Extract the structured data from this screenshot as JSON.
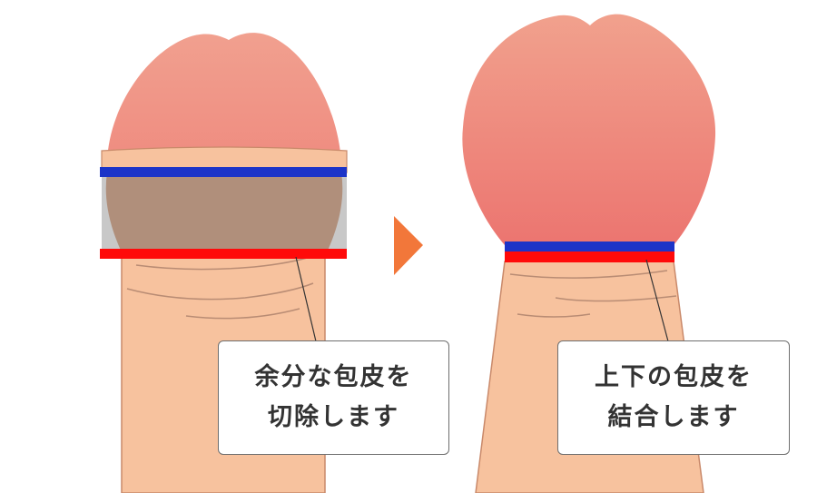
{
  "colors": {
    "skin": "#f7c29e",
    "skin_outline": "#c9896a",
    "fold_line": "#b98c74",
    "glans": "#f09a8a",
    "glans_dark": "#ec7a72",
    "excision_band": "#b08f7b",
    "excision_gray": "#c8c8c8",
    "upper_line": "#1c34c8",
    "lower_line": "#ff0a0a",
    "arrow": "#f2773a",
    "callout_text": "#333333"
  },
  "callouts": {
    "left": {
      "line1": "余分な包皮を",
      "line2": "切除します"
    },
    "right": {
      "line1": "上下の包皮を",
      "line2": "結合します"
    }
  },
  "arrow_icon": "triangle-right"
}
